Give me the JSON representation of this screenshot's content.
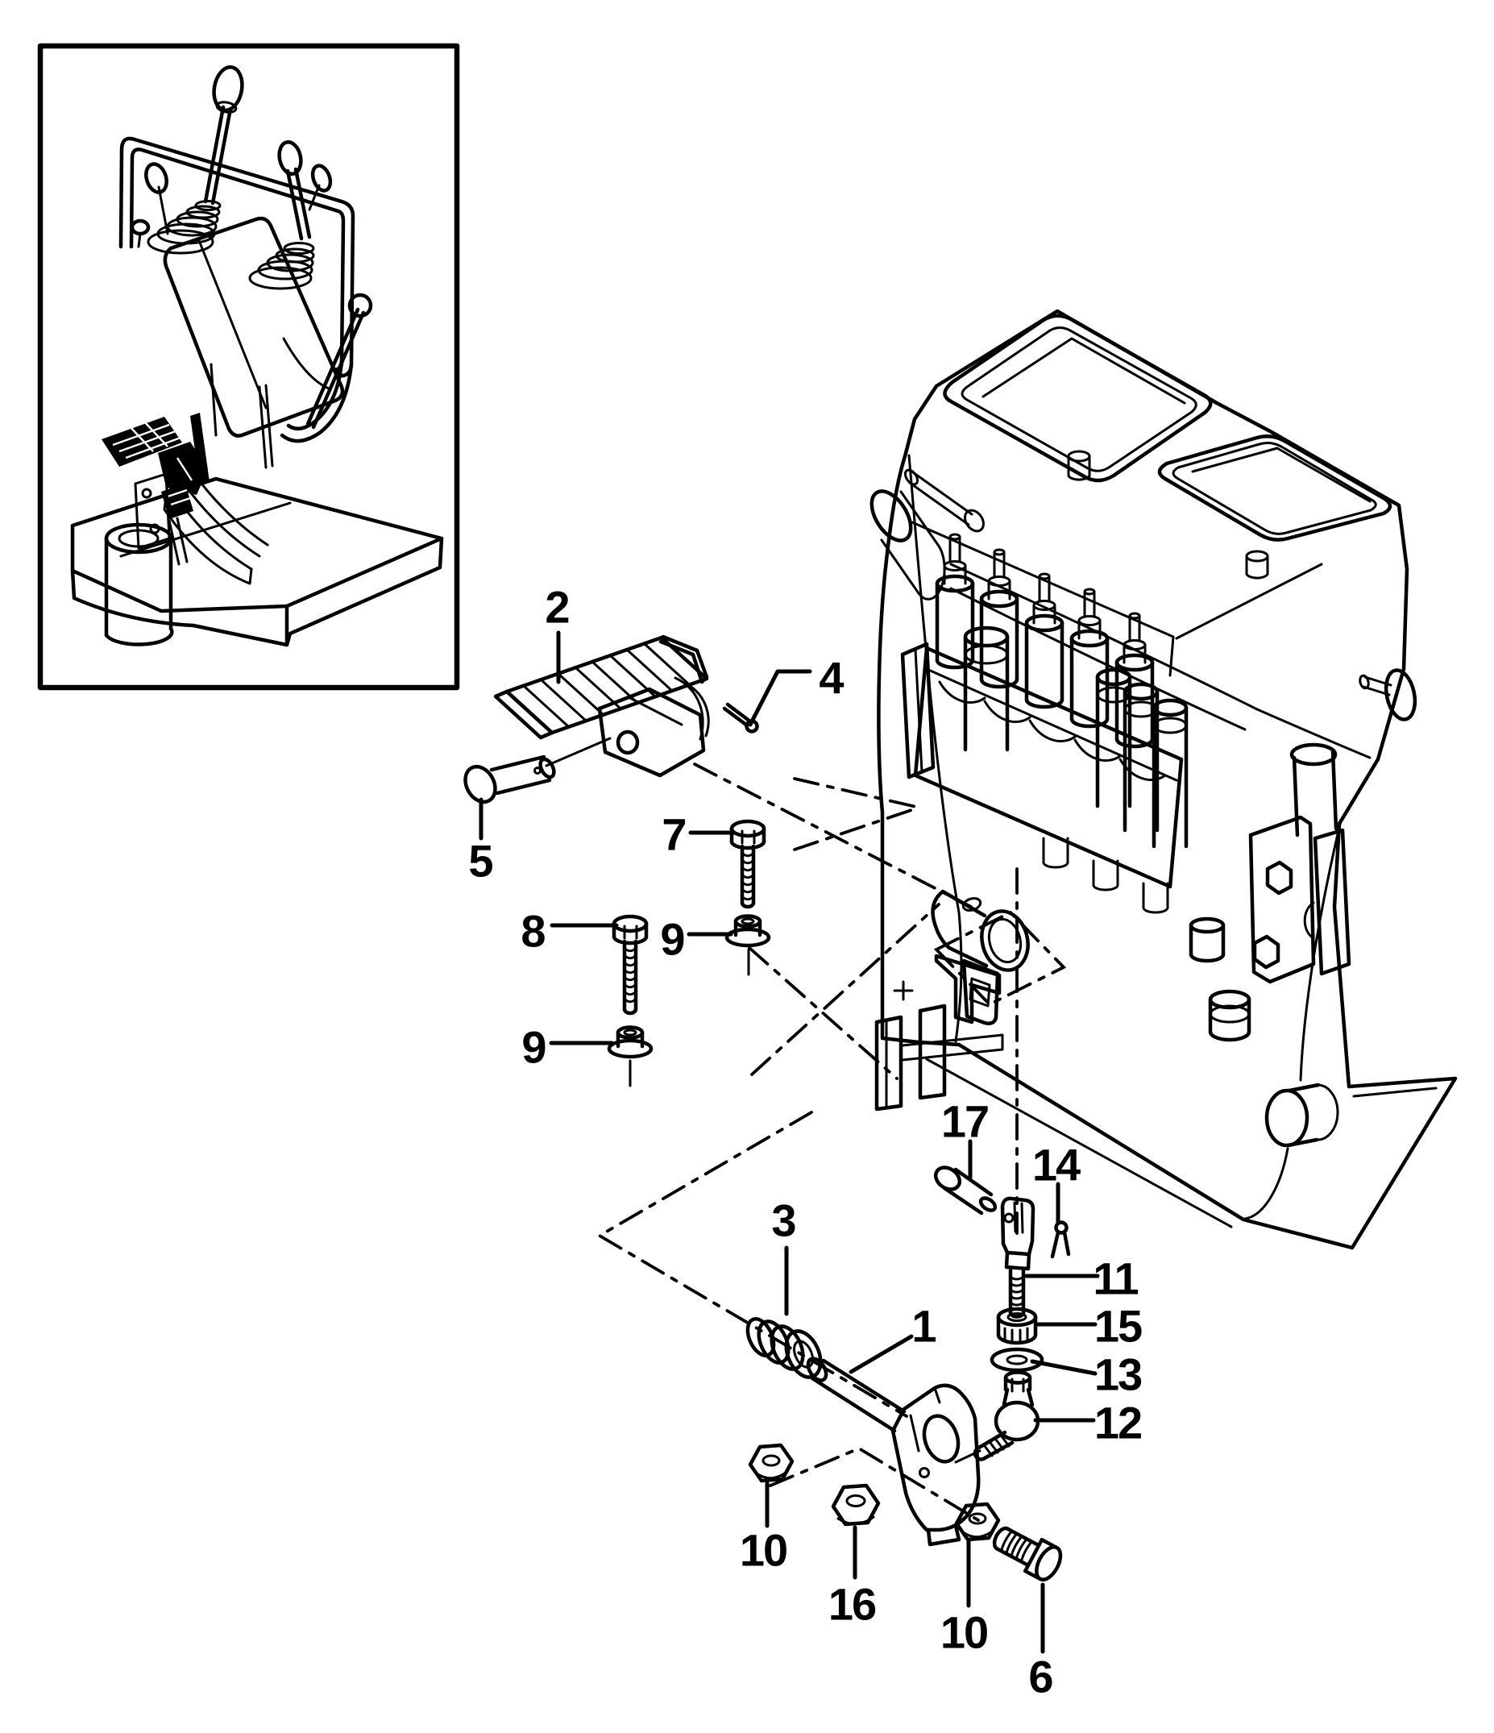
{
  "figure": {
    "kind": "exploded-parts-diagram",
    "background_color": "#ffffff",
    "line_color": "#000000"
  },
  "inset": {
    "description_present": false
  },
  "callouts": {
    "c1": {
      "label": "1"
    },
    "c2": {
      "label": "2"
    },
    "c3": {
      "label": "3"
    },
    "c4": {
      "label": "4"
    },
    "c5": {
      "label": "5"
    },
    "c6": {
      "label": "6"
    },
    "c7": {
      "label": "7"
    },
    "c8": {
      "label": "8"
    },
    "c9a": {
      "label": "9"
    },
    "c9b": {
      "label": "9"
    },
    "c10a": {
      "label": "10"
    },
    "c10b": {
      "label": "10"
    },
    "c11": {
      "label": "11"
    },
    "c12": {
      "label": "12"
    },
    "c13": {
      "label": "13"
    },
    "c14": {
      "label": "14"
    },
    "c15": {
      "label": "15"
    },
    "c16": {
      "label": "16"
    },
    "c17": {
      "label": "17"
    }
  }
}
